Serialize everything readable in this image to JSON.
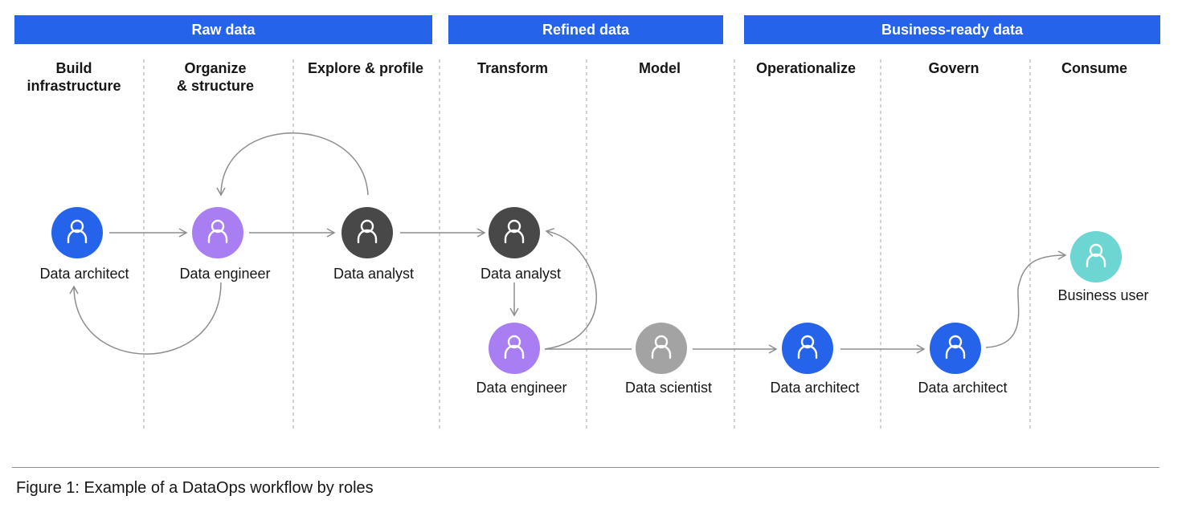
{
  "colors": {
    "band": "#2563eb",
    "architect": "#2563eb",
    "engineer": "#a87ef2",
    "analyst": "#484848",
    "scientist": "#a3a3a3",
    "business": "#6dd6d2",
    "line": "#8d8d8d"
  },
  "phases": [
    {
      "label": "Raw data"
    },
    {
      "label": "Refined data"
    },
    {
      "label": "Business-ready data"
    }
  ],
  "stages": [
    {
      "label": "Build\ninfrastructure"
    },
    {
      "label": "Organize\n& structure"
    },
    {
      "label": "Explore & profile"
    },
    {
      "label": "Transform"
    },
    {
      "label": "Model"
    },
    {
      "label": "Operationalize"
    },
    {
      "label": "Govern"
    },
    {
      "label": "Consume"
    }
  ],
  "roles": [
    {
      "label": "Data architect",
      "kind": "architect",
      "icon": "user-icon"
    },
    {
      "label": "Data engineer",
      "kind": "engineer",
      "icon": "user-icon"
    },
    {
      "label": "Data analyst",
      "kind": "analyst",
      "icon": "user-icon"
    },
    {
      "label": "Data analyst",
      "kind": "analyst",
      "icon": "user-icon"
    },
    {
      "label": "Data engineer",
      "kind": "engineer",
      "icon": "user-icon"
    },
    {
      "label": "Data scientist",
      "kind": "scientist",
      "icon": "user-icon"
    },
    {
      "label": "Data architect",
      "kind": "architect",
      "icon": "user-icon"
    },
    {
      "label": "Data architect",
      "kind": "architect",
      "icon": "user-icon"
    },
    {
      "label": "Business user",
      "kind": "business",
      "icon": "user-icon"
    }
  ],
  "caption": "Figure 1: Example of a DataOps workflow by roles"
}
